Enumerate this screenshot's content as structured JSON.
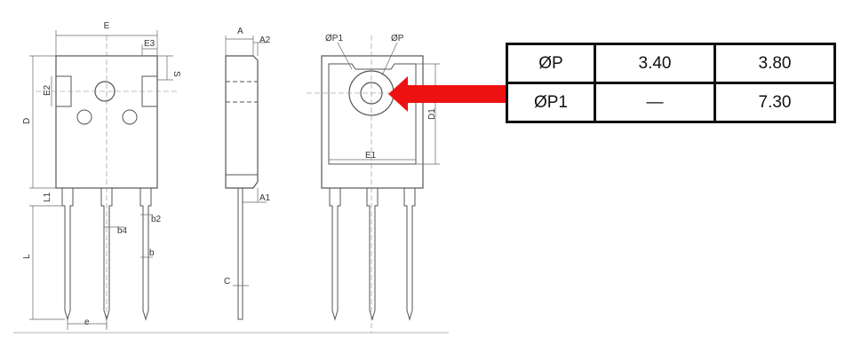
{
  "drawing": {
    "front_view": {
      "labels": {
        "E": "E",
        "E3": "E3",
        "E2": "E2",
        "S": "S",
        "D": "D",
        "L1": "L1",
        "L": "L",
        "b4": "b4",
        "b2": "b2",
        "b": "b",
        "e": "e"
      }
    },
    "side_view": {
      "labels": {
        "A": "A",
        "A2": "A2",
        "A1": "A1",
        "C": "C"
      }
    },
    "back_view": {
      "labels": {
        "P1": "ØP1",
        "P": "ØP",
        "D1": "D1",
        "E1": "E1"
      }
    }
  },
  "spec_table": {
    "rows": [
      {
        "symbol": "ØP",
        "min": "3.40",
        "max": "3.80"
      },
      {
        "symbol": "ØP1",
        "min": "—",
        "max": "7.30"
      }
    ]
  },
  "colors": {
    "arrow": "#ee1111",
    "line": "#555555",
    "border": "#111111"
  }
}
